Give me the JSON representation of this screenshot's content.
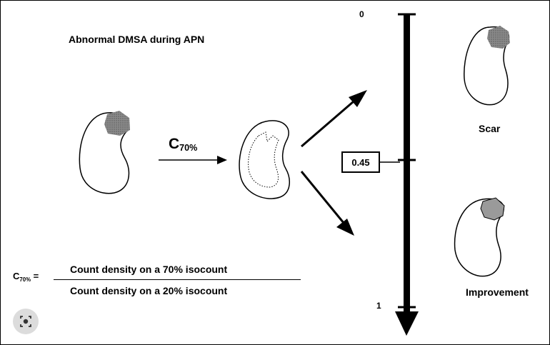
{
  "title": "Abnormal DMSA during APN",
  "transform_label": {
    "main": "C",
    "sub": "70%"
  },
  "outcomes": {
    "top": "Scar",
    "bottom": "Improvement"
  },
  "scale": {
    "top_tick": "0",
    "bottom_tick": "1",
    "threshold": "0.45",
    "threshold_value": 0.45
  },
  "formula": {
    "lhs_main": "C",
    "lhs_sub": "70%",
    "lhs_eq": " =",
    "numerator": "Count density on a 70% isocount",
    "denominator": "Count density on a 20% isocount"
  },
  "icons": {
    "image_search": "lens-icon"
  },
  "colors": {
    "ink": "#000000",
    "lesion": "#808080",
    "background": "#ffffff"
  }
}
